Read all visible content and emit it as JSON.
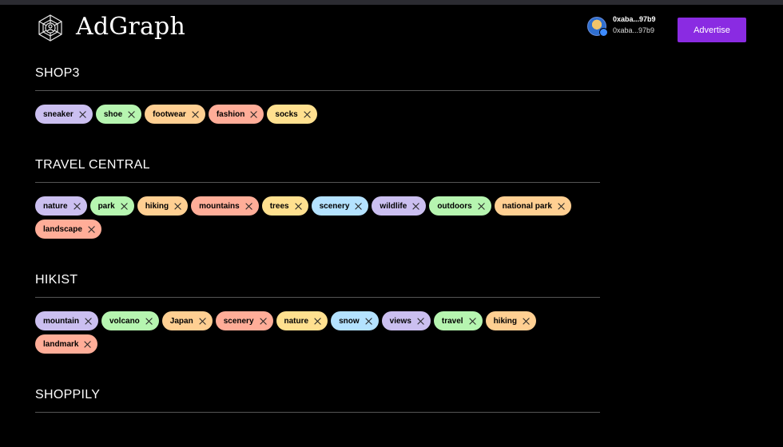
{
  "header": {
    "logo_text": "AdGraph",
    "account_name": "0xaba...97b9",
    "account_address": "0xaba...97b9",
    "advertise_label": "Advertise"
  },
  "sections": [
    {
      "title": "SHOP3",
      "tags": [
        "sneaker",
        "shoe",
        "footwear",
        "fashion",
        "socks"
      ]
    },
    {
      "title": "TRAVEL CENTRAL",
      "tags": [
        "nature",
        "park",
        "hiking",
        "mountains",
        "trees",
        "scenery",
        "wildlife",
        "outdoors",
        "national park",
        "landscape"
      ]
    },
    {
      "title": "HIKIST",
      "tags": [
        "mountain",
        "volcano",
        "Japan",
        "scenery",
        "nature",
        "snow",
        "views",
        "travel",
        "hiking",
        "landmark"
      ]
    },
    {
      "title": "SHOPPILY",
      "tags": []
    }
  ],
  "tag_colors": [
    "#cbbff0",
    "#b6f5b0",
    "#ffcf92",
    "#ffad98",
    "#ffe08f",
    "#b4e2ff"
  ]
}
